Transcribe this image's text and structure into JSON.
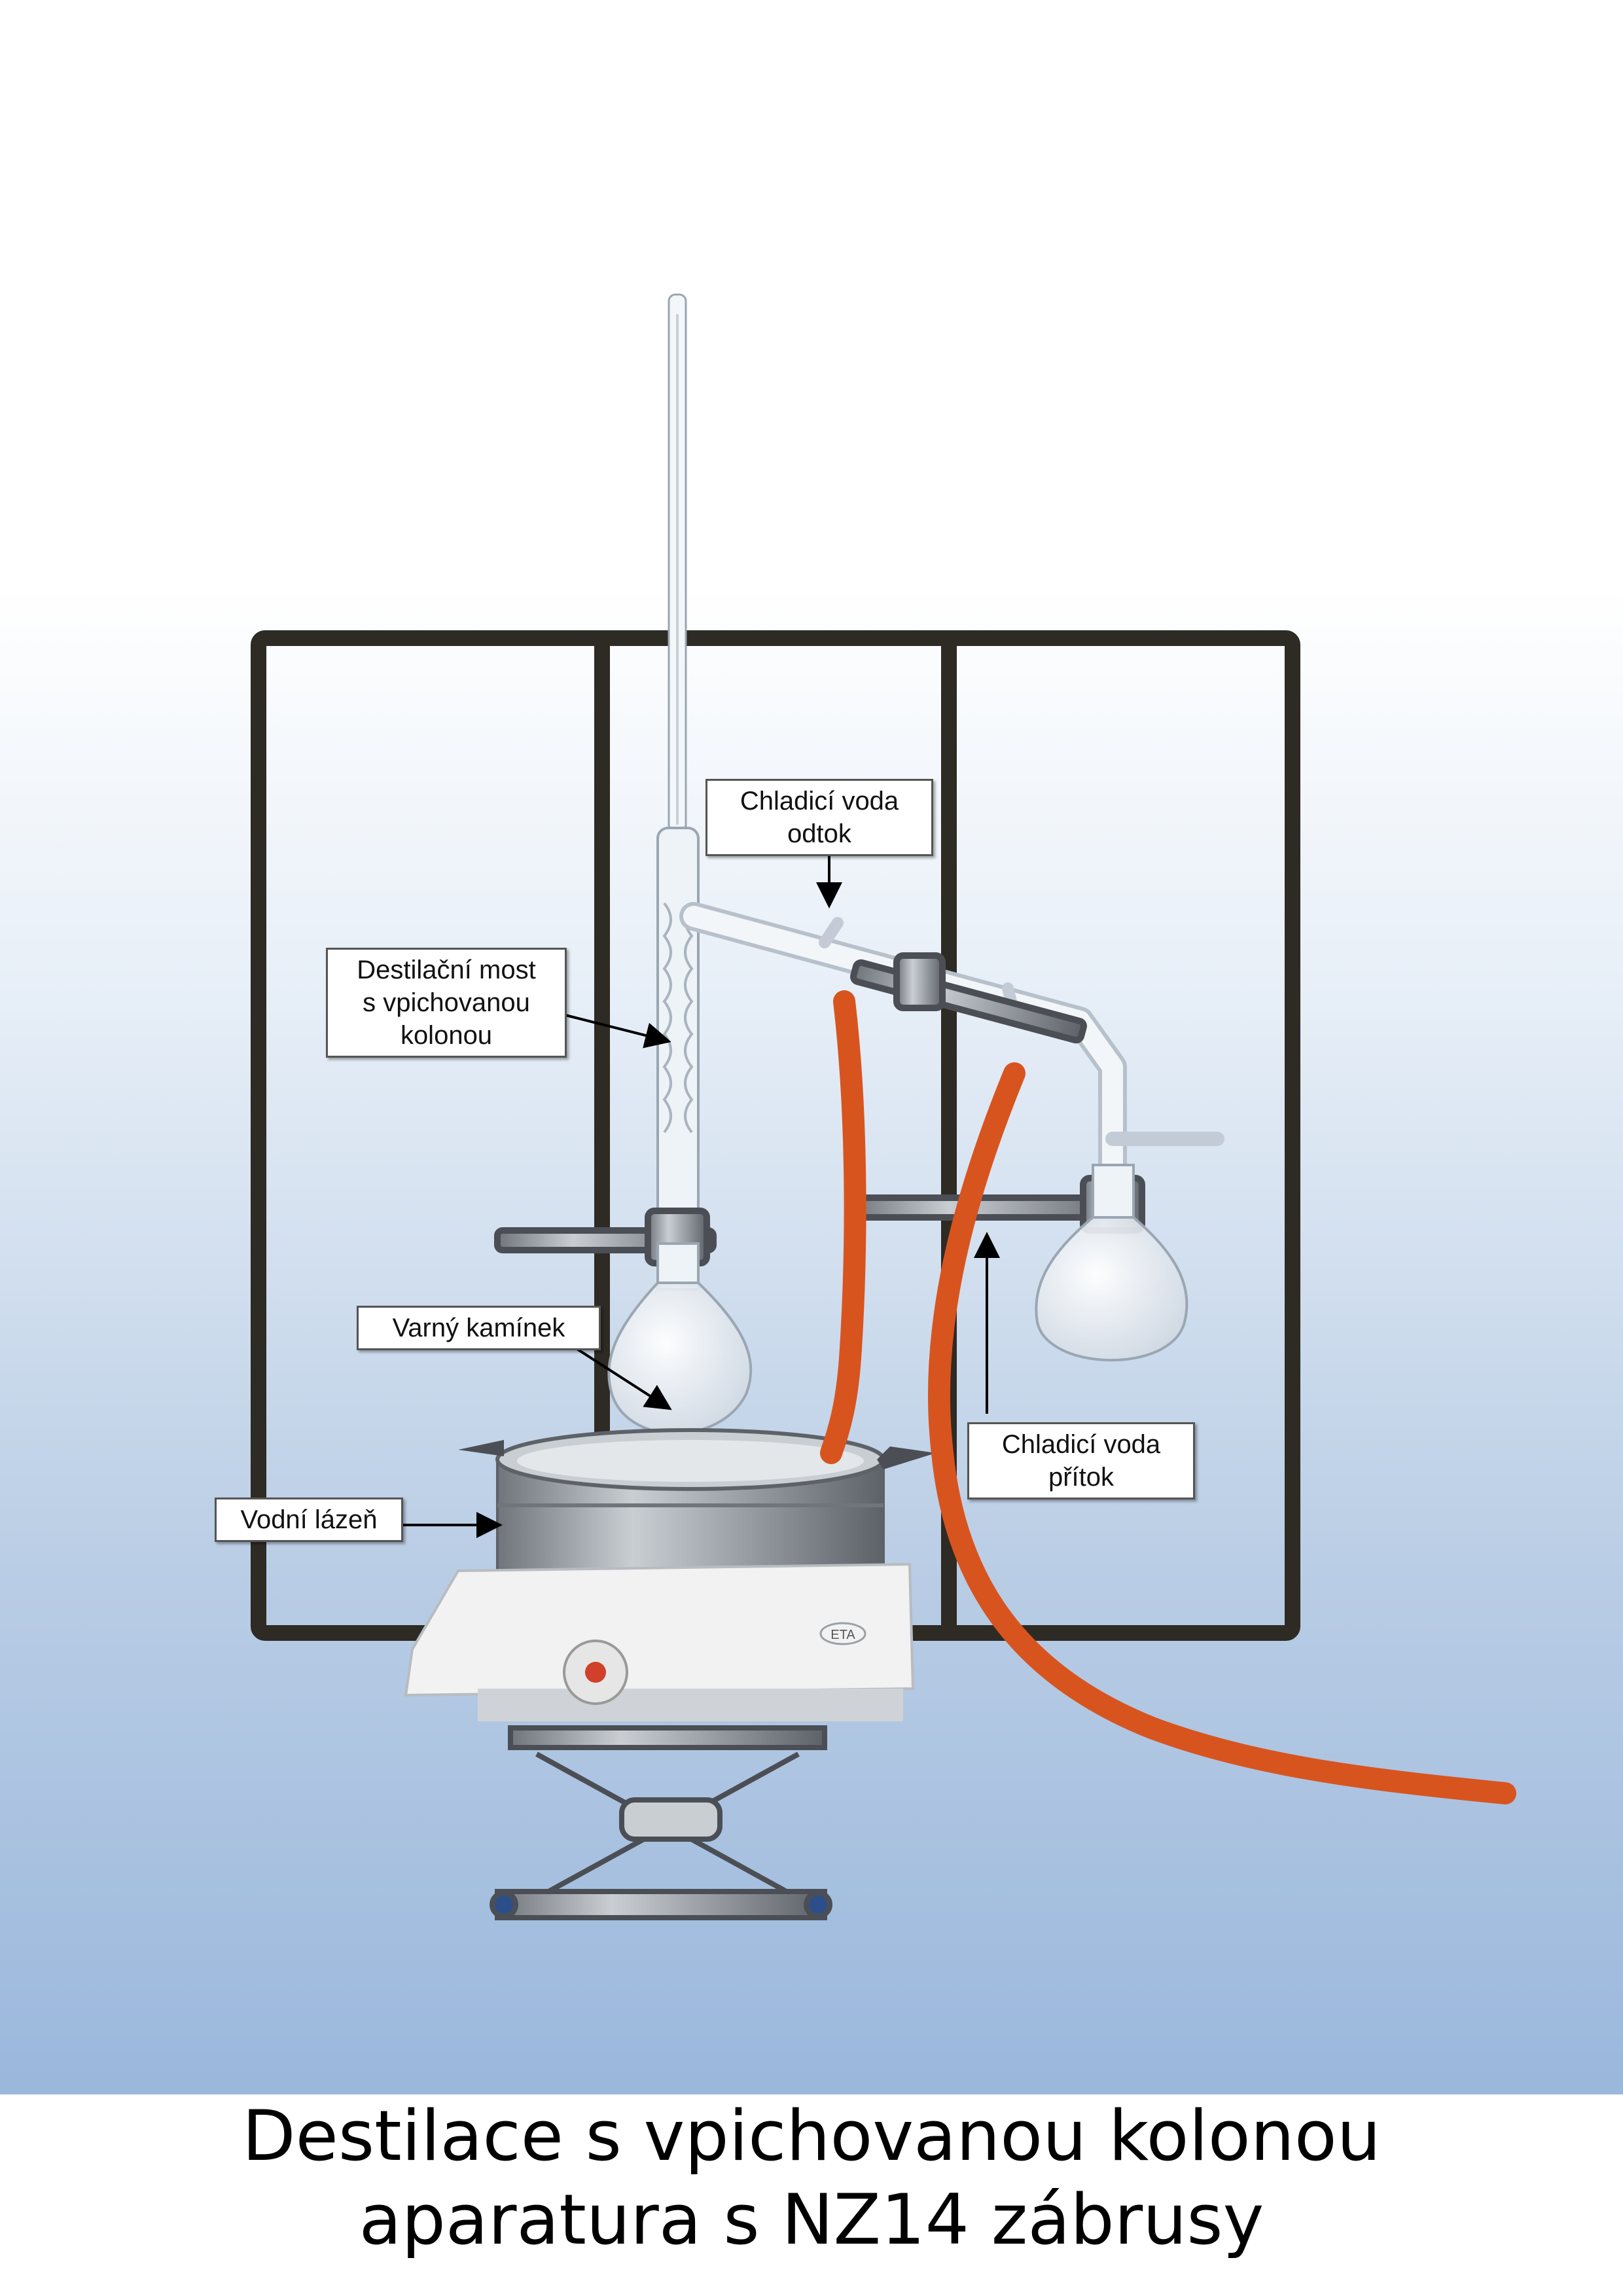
{
  "labels": {
    "odtok": [
      "Chladicí voda",
      "odtok"
    ],
    "most": [
      "Destilační most",
      "s vpichovanou",
      "kolonou"
    ],
    "kaminek": [
      "Varný kamínek"
    ],
    "lazen": [
      "Vodní lázeň"
    ],
    "pritok": [
      "Chladicí voda",
      "přítok"
    ]
  },
  "hotplate_logo": "ETA",
  "caption": {
    "line1": "Destilace s vpichovanou kolonou",
    "line2": "aparatura s NZ14 zábrusy"
  },
  "colors": {
    "frame": "#2e2a24",
    "hose": "#d8541f",
    "glass": "#e8eef5",
    "bath": "#9aa0a6",
    "hotplate": "#f2f2f2"
  }
}
